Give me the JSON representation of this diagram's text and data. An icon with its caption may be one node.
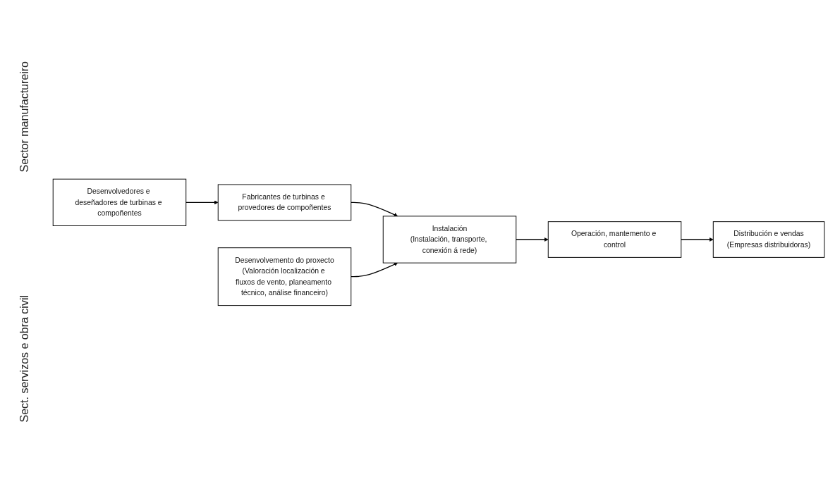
{
  "diagram": {
    "nodes": [
      {
        "text": [
          "Desenvolvedores e deseñadores de turbinas e compoñentes"
        ]
      },
      {
        "text": [
          "Fabricantes de turbinas e provedores de compoñentes"
        ]
      },
      {
        "text": [
          "Desenvolvemento do proxecto",
          "(Valoración localización e fluxos de vento, planeamento técnico, análise financeiro)"
        ]
      },
      {
        "text": [
          "Instalación",
          "(Instalación, transporte, conexión á rede)"
        ]
      },
      {
        "text": [
          "Operación, mantemento e control"
        ]
      },
      {
        "text": [
          "Distribución e vendas",
          "(Empresas distribuidoras)"
        ]
      }
    ],
    "edges": [
      {
        "from": 0,
        "to": 1,
        "arrow": "to"
      },
      {
        "from": 1,
        "to": 3,
        "arrow": "to"
      },
      {
        "from": 2,
        "to": 3,
        "arrow": "to"
      },
      {
        "from": 3,
        "to": 4,
        "arrow": "to"
      },
      {
        "from": 4,
        "to": 5,
        "arrow": "to"
      }
    ],
    "labels": [
      "Sector manufactureiro",
      "Sect. servizos e obra civil"
    ]
  }
}
